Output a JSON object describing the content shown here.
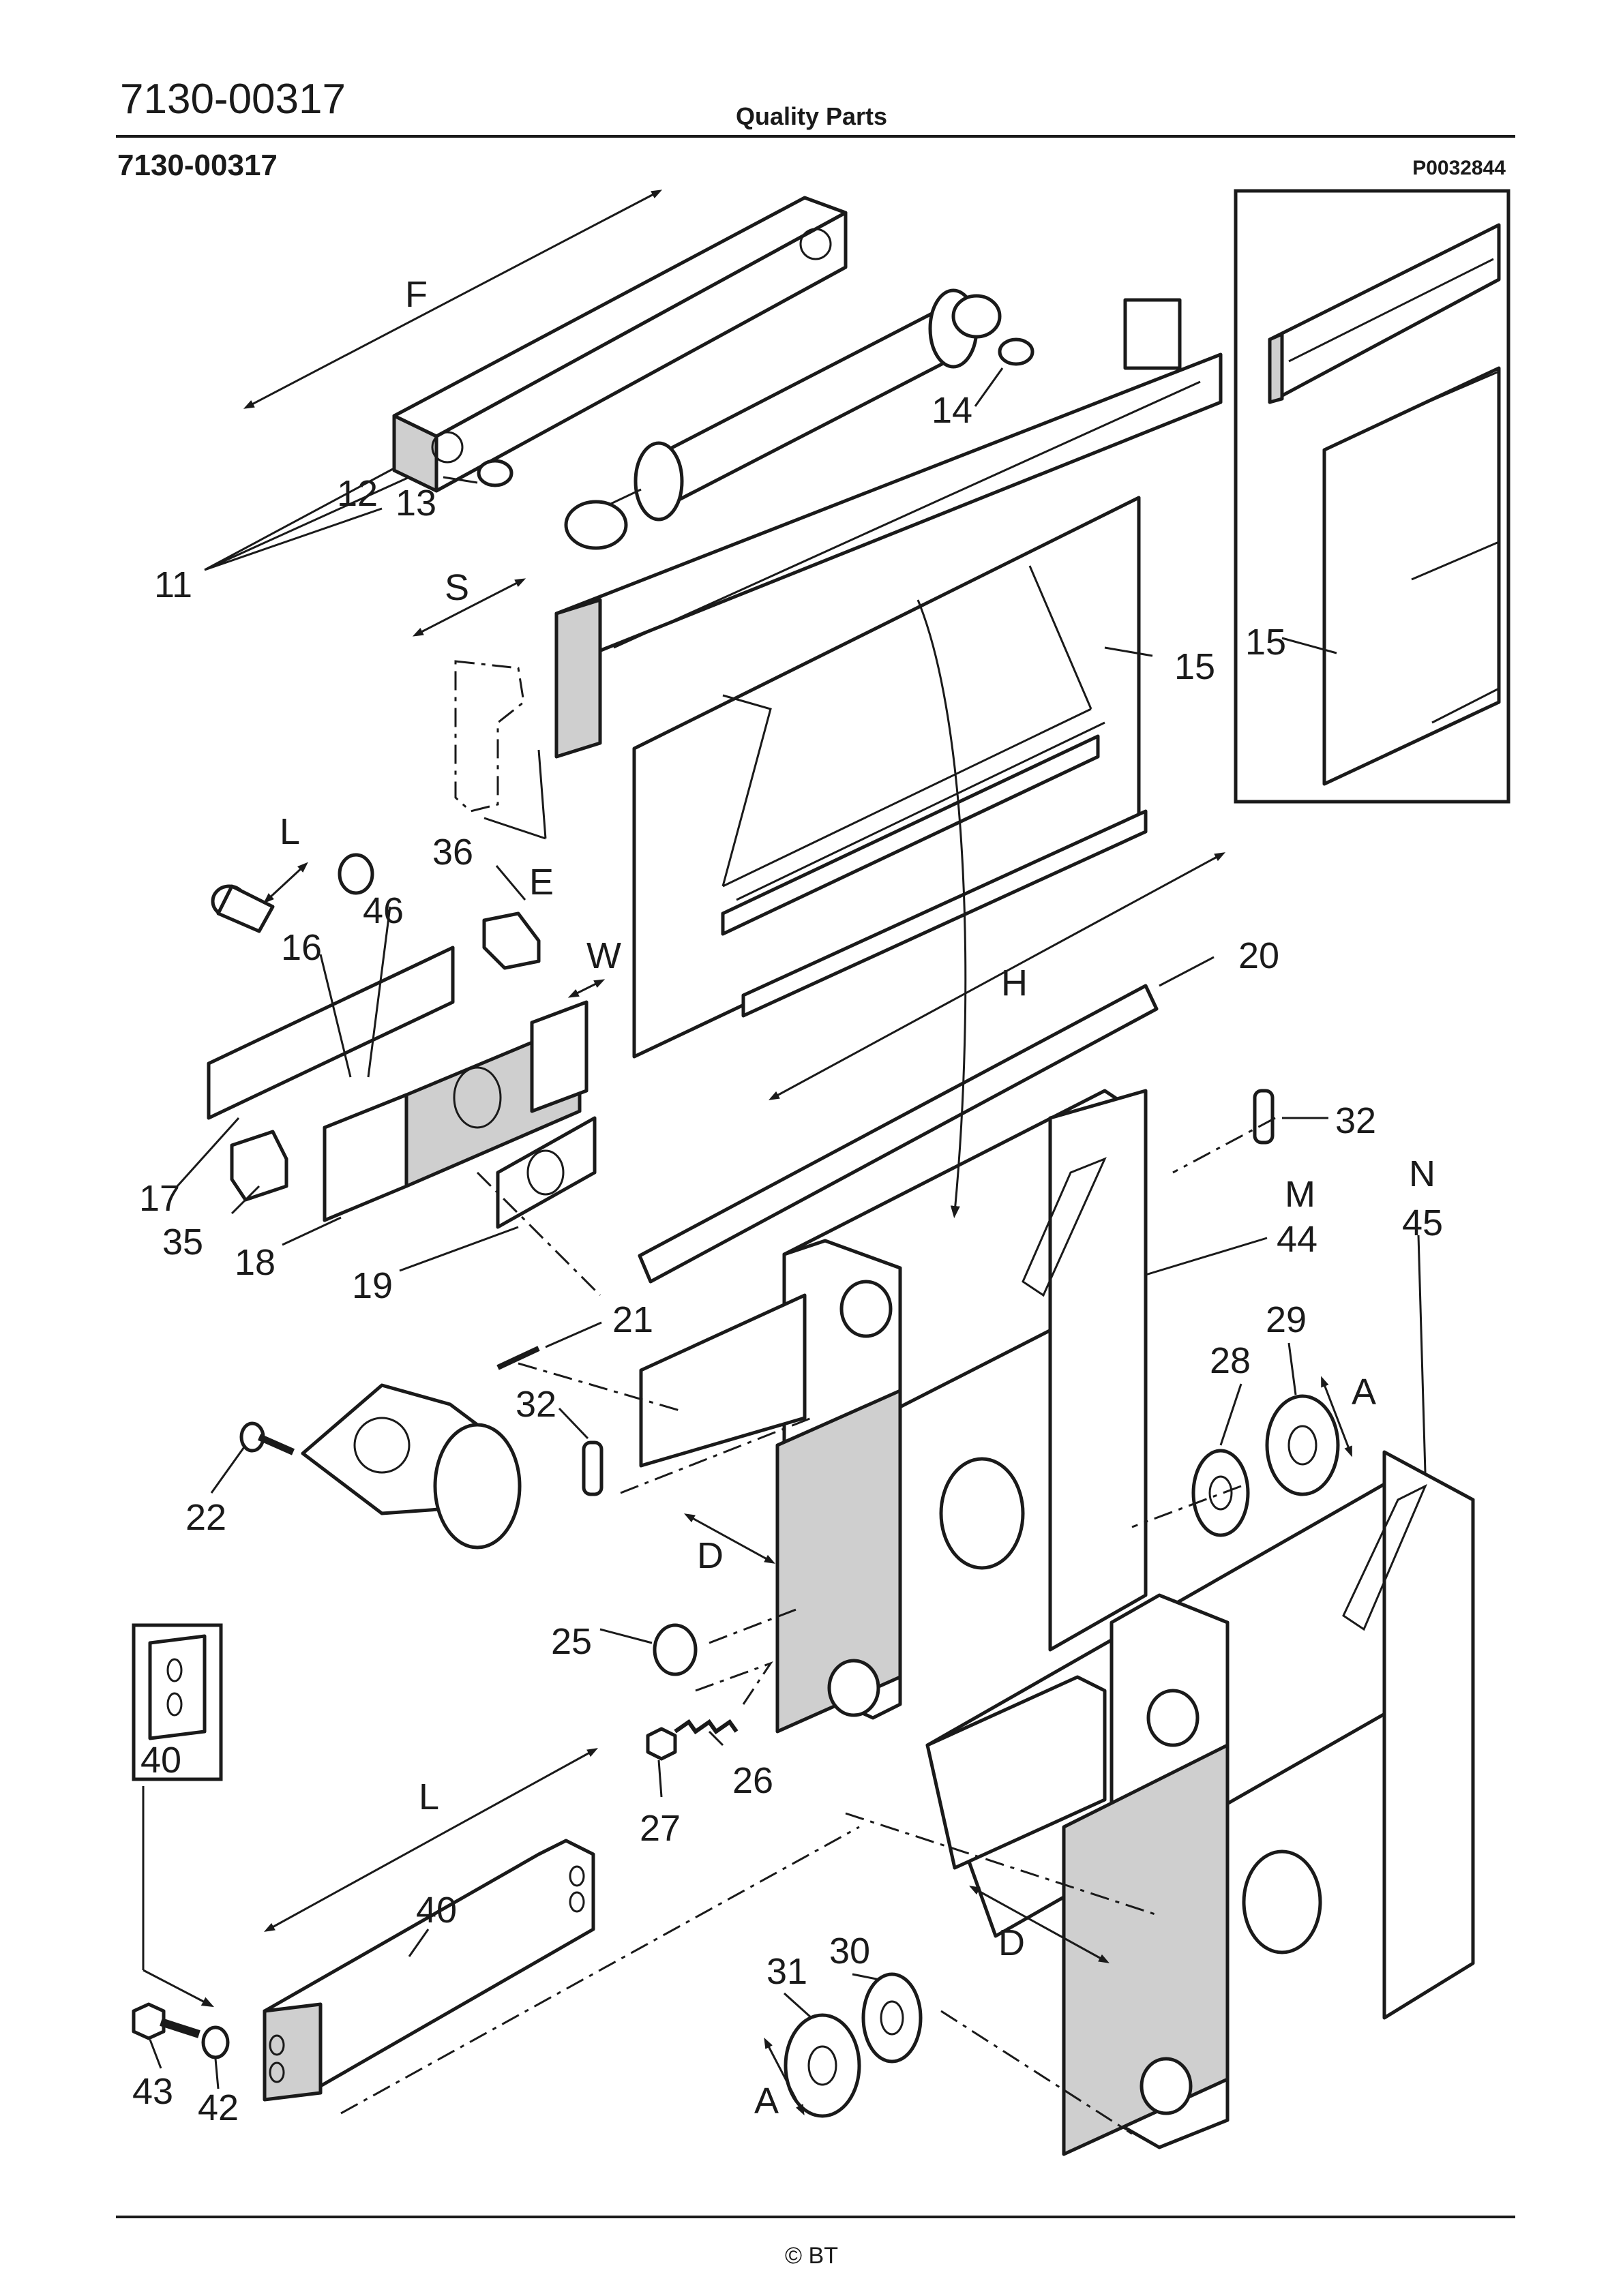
{
  "header": {
    "code": "7130-00317",
    "title": "Quality Parts",
    "subcode": "7130-00317",
    "reference": "P0032844"
  },
  "footer": {
    "copyright": "© BT"
  },
  "callouts": {
    "n11": "11",
    "n12": "12",
    "n13": "13",
    "n14": "14",
    "n15a": "15",
    "n15b": "15",
    "n16": "16",
    "n17": "17",
    "n18": "18",
    "n19": "19",
    "n20": "20",
    "n21": "21",
    "n22": "22",
    "n25": "25",
    "n26": "26",
    "n27": "27",
    "n28": "28",
    "n29": "29",
    "n30": "30",
    "n31": "31",
    "n32a": "32",
    "n32b": "32",
    "n35": "35",
    "n36": "36",
    "n40a": "40",
    "n40b": "40",
    "n42": "42",
    "n43": "43",
    "n44": "44",
    "n45": "45",
    "n46": "46"
  },
  "dimensions": {
    "F": "F",
    "S": "S",
    "E": "E",
    "L1": "L",
    "L2": "L",
    "W": "W",
    "H": "H",
    "M": "M",
    "N": "N",
    "A1": "A",
    "A2": "A",
    "D1": "D",
    "D2": "D"
  }
}
